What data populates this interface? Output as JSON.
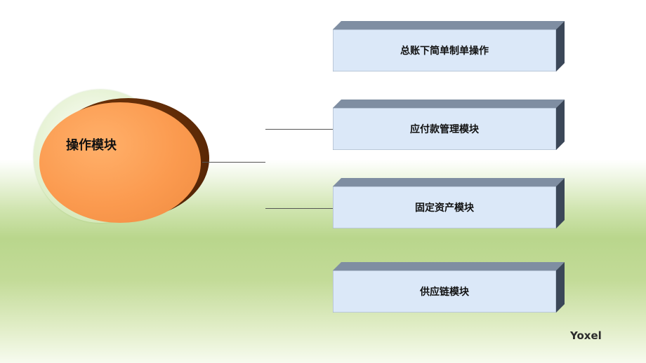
{
  "diagram": {
    "center_node": {
      "label": "操作模块"
    },
    "modules": [
      {
        "label": "总账下简单制单操作"
      },
      {
        "label": "应付款管理模块"
      },
      {
        "label": "固定资产模块"
      },
      {
        "label": "供应链模块"
      }
    ]
  },
  "footer": {
    "brand": "Yoxel"
  },
  "colors": {
    "ellipse_fill": "#fb9a4f",
    "ellipse_shadow": "#5a2806",
    "box_face": "#dbe8f8",
    "box_top": "#7f8ea2",
    "box_side": "#3b4758"
  }
}
